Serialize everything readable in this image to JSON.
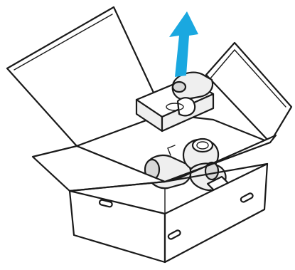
{
  "illustration": {
    "subject": "unpacking-box",
    "colors": {
      "line": "#1a1a1a",
      "box": "#ffffff",
      "part_light": "#efefef",
      "part_shade": "#d8d8d8",
      "arrow": "#1aa8e0"
    },
    "icons": [
      "open-cardboard-box",
      "foam-insert",
      "robot-arm",
      "lift-up-arrow"
    ]
  }
}
